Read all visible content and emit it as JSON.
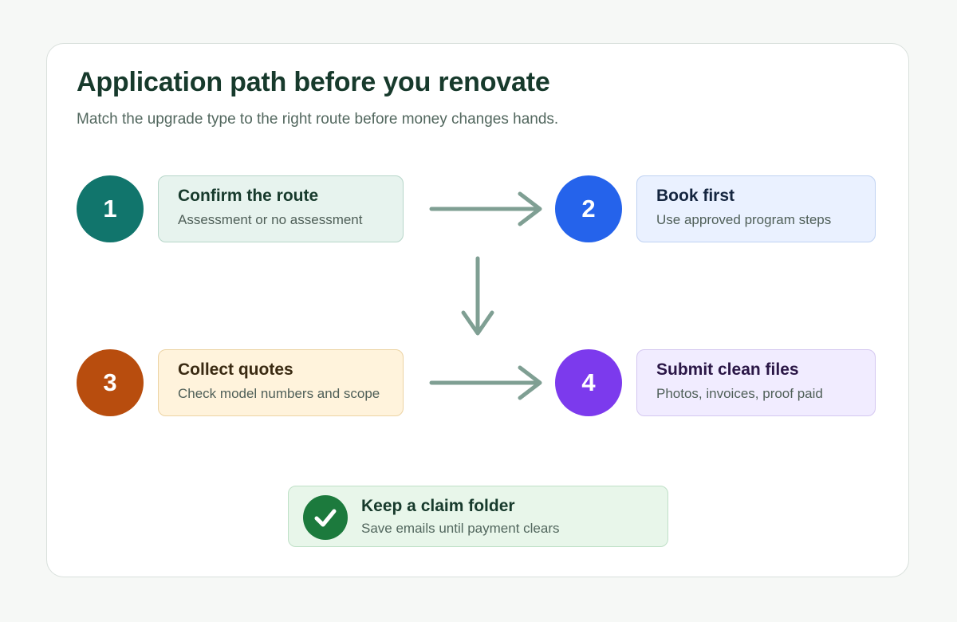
{
  "header": {
    "title": "Application path before you renovate",
    "subtitle": "Match the upgrade type to the right route before money changes hands."
  },
  "steps": [
    {
      "number": "1",
      "title": "Confirm the route",
      "description": "Assessment or no assessment",
      "color": "#11756c",
      "box_bg": "#e7f3ee",
      "box_border": "#b7d6c9",
      "title_color": "#173a2c"
    },
    {
      "number": "2",
      "title": "Book first",
      "description": "Use approved program steps",
      "color": "#2563eb",
      "box_bg": "#eaf1ff",
      "box_border": "#bfd2f2",
      "title_color": "#14253f"
    },
    {
      "number": "3",
      "title": "Collect quotes",
      "description": "Check model numbers and scope",
      "color": "#b84d0e",
      "box_bg": "#fff3dc",
      "box_border": "#ecd3a3",
      "title_color": "#3a2a12"
    },
    {
      "number": "4",
      "title": "Submit clean files",
      "description": "Photos, invoices, proof paid",
      "color": "#7c3aed",
      "box_bg": "#f1ecff",
      "box_border": "#d4c7f0",
      "title_color": "#2a1646"
    }
  ],
  "note": {
    "title": "Keep a claim folder",
    "description": "Save emails until payment clears",
    "icon": "check-icon",
    "color": "#1c7a3d"
  },
  "arrow_color": "#7f9f93"
}
